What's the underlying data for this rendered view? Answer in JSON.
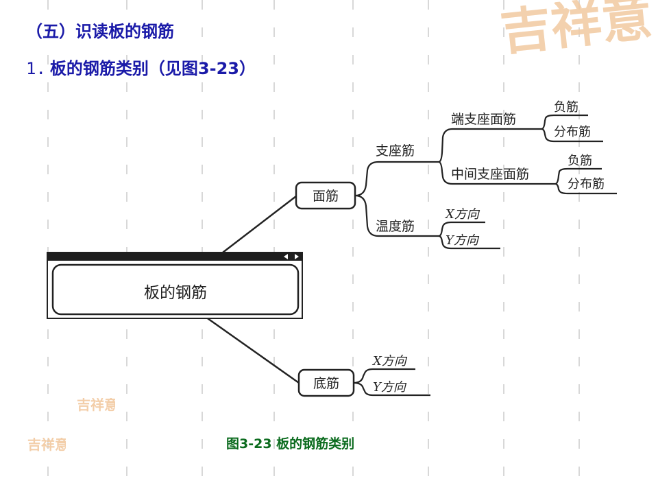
{
  "heading": {
    "section": "（五）识读板的钢筋",
    "sub_number": "1.",
    "sub_text": "板的钢筋类别（见图3-23）"
  },
  "watermark": {
    "large": "吉祥意",
    "small_1": "吉祥意",
    "small_2": "吉祥意"
  },
  "diagram": {
    "root": "板的钢筋",
    "top_node": "面筋",
    "bottom_node": "底筋",
    "support_bar": "支座筋",
    "end_support": "端支座面筋",
    "middle_support": "中间支座面筋",
    "temp_bar": "温度筋",
    "end_neg": "负筋",
    "end_dist": "分布筋",
    "mid_neg": "负筋",
    "mid_dist": "分布筋",
    "temp_x": "X方向",
    "temp_y": "Y方向",
    "bottom_x": "X方向",
    "bottom_y": "Y方向"
  },
  "caption": "图3-23  板的钢筋类别",
  "colors": {
    "heading": "#1a1aa8",
    "caption": "#0b6b1e",
    "watermark": "#f2c9a0",
    "line": "#222222"
  }
}
